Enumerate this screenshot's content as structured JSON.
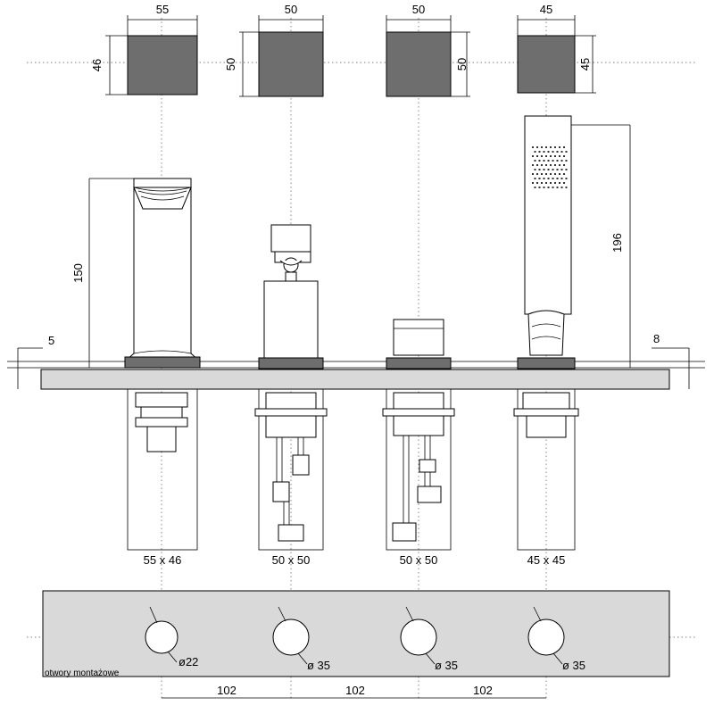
{
  "top_dims": {
    "w1": "55",
    "h1": "46",
    "w2": "50",
    "h2": "50",
    "w3": "50",
    "h3": "50",
    "w4": "45",
    "h4": "45"
  },
  "side_dims": {
    "spout_height": "150",
    "shower_height": "196",
    "left_offset": "5",
    "right_offset": "8"
  },
  "base_labels": [
    "55 x 46",
    "50 x 50",
    "50 x 50",
    "45 x 45"
  ],
  "holes": {
    "d1": "ø22",
    "d2": "ø 35",
    "d3": "ø 35",
    "d4": "ø 35",
    "spacing": [
      "102",
      "102",
      "102"
    ],
    "caption": "otwory montażowe"
  },
  "colors": {
    "block": "#6e6e6e",
    "plate": "#d9d9d9",
    "line": "#000000"
  }
}
